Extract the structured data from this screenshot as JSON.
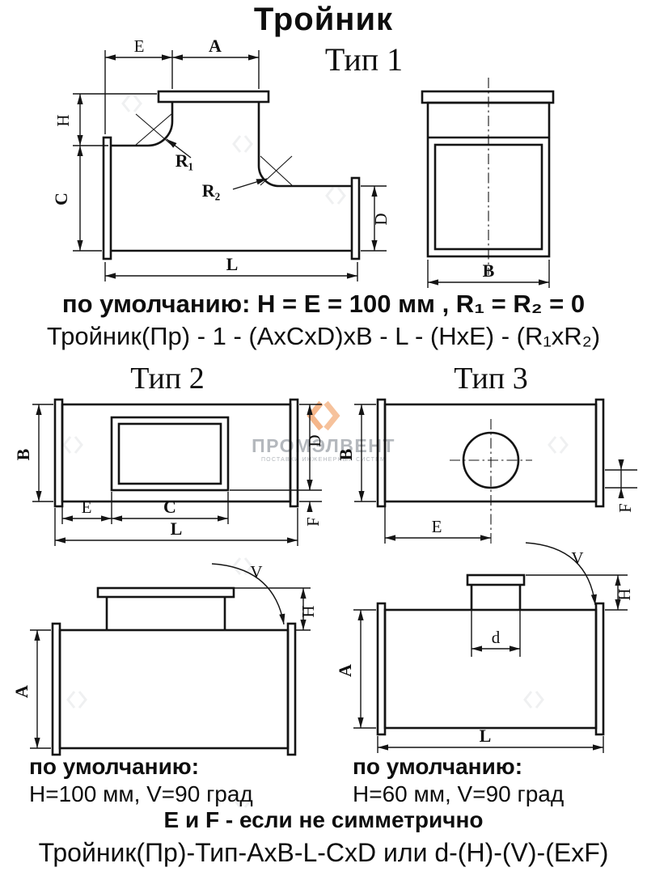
{
  "title": "Тройник",
  "watermark": {
    "name": "ПРОМЭЛВЕНТ",
    "tagline": "ПОСТАВКИ ИНЖЕНЕРНЫХ СИСТЕМ"
  },
  "type1": {
    "label": "Тип 1",
    "defaults": "по умолчанию: H = E = 100 мм , R₁ = R₂ = 0",
    "formula": "Тройник(Пр) - 1 - (AxCxD)xB - L - (HxE) - (R₁xR₂)",
    "dims": {
      "E": "E",
      "A": "A",
      "H": "H",
      "C": "C",
      "D": "D",
      "L": "L",
      "B": "B",
      "R1": "R₁",
      "R2": "R₂"
    }
  },
  "type2": {
    "label": "Тип 2",
    "defaults_title": "по умолчанию:",
    "defaults": "H=100 мм, V=90 град",
    "dims": {
      "B": "B",
      "D": "D",
      "F": "F",
      "E": "E",
      "C": "C",
      "L": "L",
      "V": "V",
      "H": "H",
      "A": "A"
    }
  },
  "type3": {
    "label": "Тип 3",
    "defaults_title": "по умолчанию:",
    "defaults": "H=60 мм, V=90 град",
    "dims": {
      "B": "B",
      "F": "F",
      "E": "E",
      "V": "V",
      "H": "H",
      "d": "d",
      "A": "A",
      "L": "L"
    }
  },
  "footer": {
    "note": "Е и F - если не симметрично",
    "formula": "Тройник(Пр)-Тип-AxB-L-CxD или d-(H)-(V)-(ExF)"
  }
}
